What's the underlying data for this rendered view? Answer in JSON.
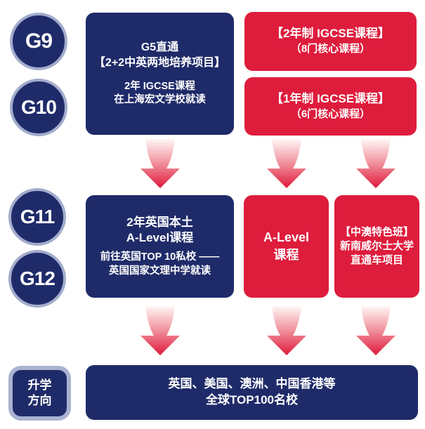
{
  "palette": {
    "navy": "#1f2b69",
    "red": "#de1c3c",
    "circle_border": "#a3adcc",
    "badge_border": "#a9b3d0",
    "arrow_gradient_top": "#fef6f6",
    "arrow_gradient_bottom": "#e0183a",
    "text": "#ffffff"
  },
  "grades": [
    {
      "label": "G9"
    },
    {
      "label": "G10"
    },
    {
      "label": "G11"
    },
    {
      "label": "G12"
    }
  ],
  "row1": {
    "main_box": {
      "title_line1": "G5直通",
      "title_line2": "【2+2中英两地培养项目】",
      "body_line1": "2年 IGCSE课程",
      "body_line2": "在上海宏文学校就读"
    },
    "igcse2_box": {
      "line1": "【2年制 IGCSE课程】",
      "line2": "（8门核心课程）"
    },
    "igcse1_box": {
      "line1": "【1年制 IGCSE课程】",
      "line2": "（6门核心课程）"
    }
  },
  "row2": {
    "uk_box": {
      "title_line1": "2年英国本土",
      "title_line2": "A-Level课程",
      "body_line1": "前往英国TOP 10私校 ——",
      "body_line2": "英国国家文理中学就读"
    },
    "alevel_box": {
      "line1": "A-Level",
      "line2": "课程"
    },
    "aus_box": {
      "line1": "【中澳特色班】",
      "line2": "新南威尔士大学",
      "line3": "直通车项目"
    }
  },
  "bottom": {
    "badge": {
      "line1": "升学",
      "line2": "方向"
    },
    "box": {
      "line1": "英国、美国、澳洲、中国香港等",
      "line2": "全球TOP100名校"
    }
  }
}
